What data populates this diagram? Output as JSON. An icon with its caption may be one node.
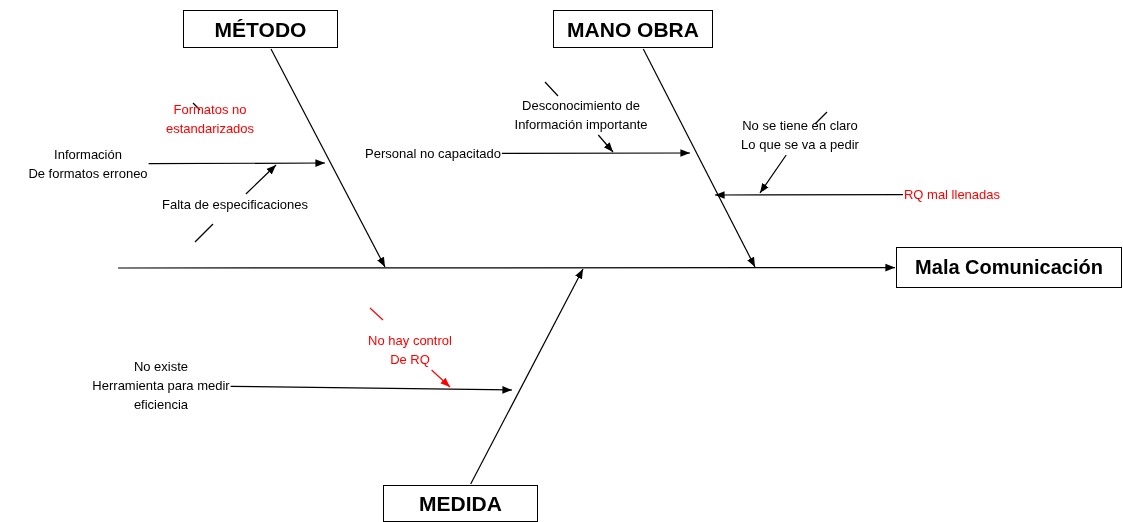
{
  "diagram": {
    "nodes": [
      {
        "text": [
          "MÉTODO"
        ]
      },
      {
        "text": [
          "MANO OBRA"
        ]
      },
      {
        "text": [
          "MEDIDA"
        ]
      },
      {
        "text": [
          "Mala Comunicación"
        ]
      },
      {
        "text": [
          "Información De formatos erroneo"
        ]
      },
      {
        "text": [
          "Formatos no estandarizados"
        ]
      },
      {
        "text": [
          "Falta de especificaciones"
        ]
      },
      {
        "text": [
          "Personal no capacitado"
        ]
      },
      {
        "text": [
          "Desconocimiento de Información importante"
        ]
      },
      {
        "text": [
          "No se tiene en claro Lo que se va a pedir"
        ]
      },
      {
        "text": [
          "RQ mal llenadas"
        ]
      },
      {
        "text": [
          "No existe Herramienta para medir eficiencia"
        ]
      },
      {
        "text": [
          "No hay control De RQ"
        ]
      }
    ],
    "edges": [
      {
        "from": null,
        "to": 3,
        "arrow": "to"
      },
      {
        "from": 0,
        "to": null,
        "arrow": "to"
      },
      {
        "from": 1,
        "to": null,
        "arrow": "to"
      },
      {
        "from": 2,
        "to": null,
        "arrow": "to"
      },
      {
        "from": 4,
        "to": null,
        "arrow": "to"
      },
      {
        "from": 6,
        "to": null,
        "arrow": "to"
      },
      {
        "from": 7,
        "to": null,
        "arrow": "to"
      },
      {
        "from": 8,
        "to": null,
        "arrow": "to"
      },
      {
        "from": 9,
        "to": null,
        "arrow": "to"
      },
      {
        "from": 10,
        "to": null,
        "arrow": "to"
      },
      {
        "from": 11,
        "to": null,
        "arrow": "to"
      },
      {
        "from": 12,
        "to": null,
        "arrow": "to",
        "color": "#ff0000"
      }
    ]
  }
}
